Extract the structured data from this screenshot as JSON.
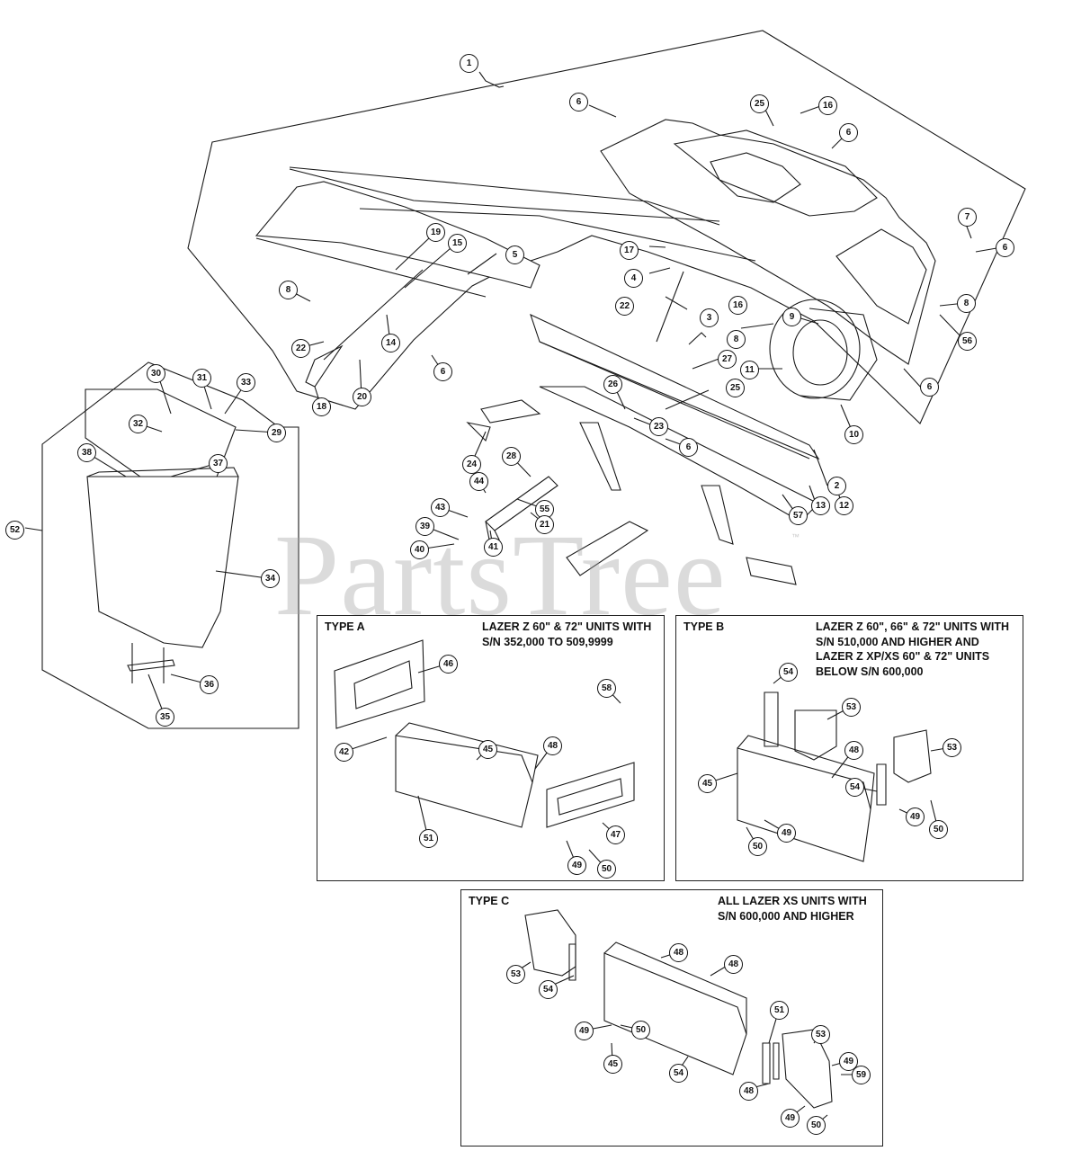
{
  "watermark": {
    "text": "PartsTree",
    "tm": "™"
  },
  "panels": [
    {
      "id": "type-a",
      "title": "TYPE A",
      "note": "LAZER Z 60\" & 72\" UNITS WITH\nS/N 352,000 TO 509,9999"
    },
    {
      "id": "type-b",
      "title": "TYPE B",
      "note": "LAZER Z 60\", 66\" & 72\" UNITS WITH\nS/N 510,000 AND HIGHER AND\nLAZER Z XP/XS 60\" & 72\" UNITS\nBELOW S/N 600,000"
    },
    {
      "id": "type-c",
      "title": "TYPE C",
      "note": "ALL LAZER XS UNITS WITH\nS/N 600,000 AND HIGHER"
    }
  ],
  "callouts": [
    "1",
    "6",
    "25",
    "16",
    "6",
    "19",
    "15",
    "5",
    "17",
    "4",
    "3",
    "16",
    "7",
    "6",
    "8",
    "9",
    "8",
    "56",
    "8",
    "14",
    "22",
    "6",
    "20",
    "18",
    "22",
    "27",
    "11",
    "25",
    "6",
    "10",
    "26",
    "23",
    "6",
    "2",
    "24",
    "28",
    "13",
    "12",
    "57",
    "44",
    "55",
    "43",
    "21",
    "39",
    "41",
    "40",
    "30",
    "31",
    "33",
    "32",
    "29",
    "38",
    "37",
    "52",
    "34",
    "36",
    "35",
    "46",
    "58",
    "42",
    "45",
    "48",
    "51",
    "47",
    "49",
    "50",
    "54",
    "53",
    "48",
    "53",
    "45",
    "54",
    "49",
    "50",
    "50",
    "49",
    "53",
    "48",
    "48",
    "54",
    "51",
    "49",
    "50",
    "45",
    "54",
    "53",
    "49",
    "59",
    "48",
    "49",
    "50"
  ]
}
